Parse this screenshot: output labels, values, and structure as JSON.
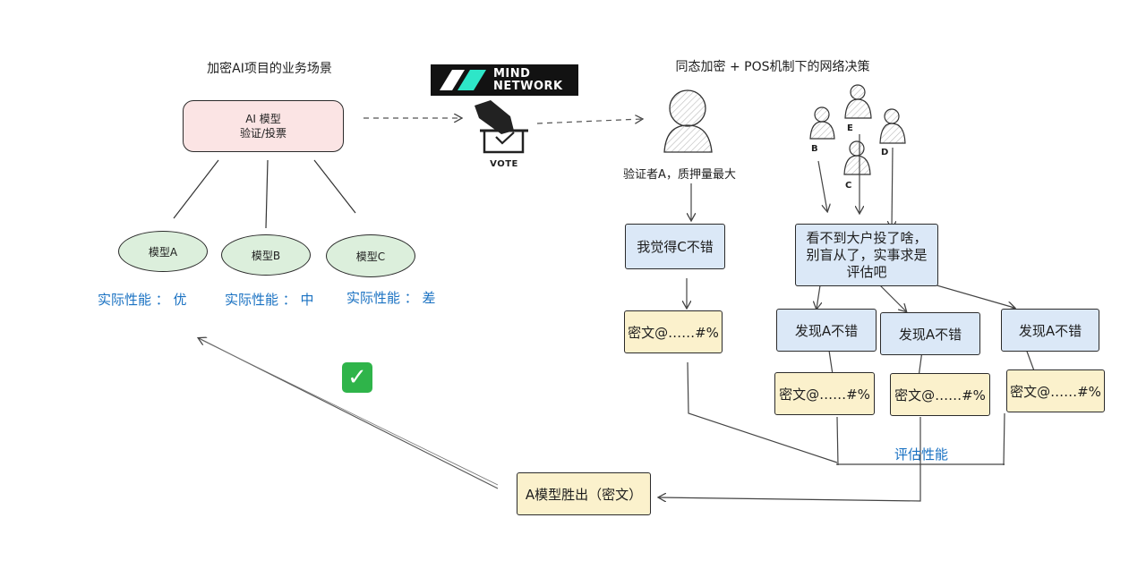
{
  "left": {
    "title": "加密AI项目的业务场景",
    "root_line1": "AI 模型",
    "root_line2": "验证/投票",
    "models": [
      "模型A",
      "模型B",
      "模型C"
    ],
    "performance": [
      "实际性能 ： 优",
      "实际性能 ： 中",
      "实际性能 ： 差"
    ]
  },
  "logo": {
    "line1": "MIND",
    "line2": "NETWORK"
  },
  "vote_label": "VOTE",
  "right": {
    "title": "同态加密 + POS机制下的网络决策",
    "validator_a_caption": "验证者A，质押量最大",
    "validator_letters": [
      "B",
      "E",
      "C",
      "D"
    ],
    "opinion_a": "我觉得C不错",
    "thought_line1": "看不到大户投了啥，",
    "thought_line2": "别盲从了，实事求是",
    "thought_line3": "评估吧",
    "found": [
      "发现A不错",
      "发现A不错",
      "发现A不错"
    ],
    "cipher": [
      "密文@……#%",
      "密文@……#%",
      "密文@……#%",
      "密文@……#%"
    ],
    "evaluate_label": "评估性能",
    "result": "A模型胜出（密文）"
  },
  "colors": {
    "blue_fill": "#dbe8f7",
    "yellow_fill": "#fbf1cc",
    "pink_fill": "#fbe4e4",
    "green_fill": "#dcefdc",
    "accent_blue": "#1971c2",
    "check_green": "#2fb44a"
  }
}
